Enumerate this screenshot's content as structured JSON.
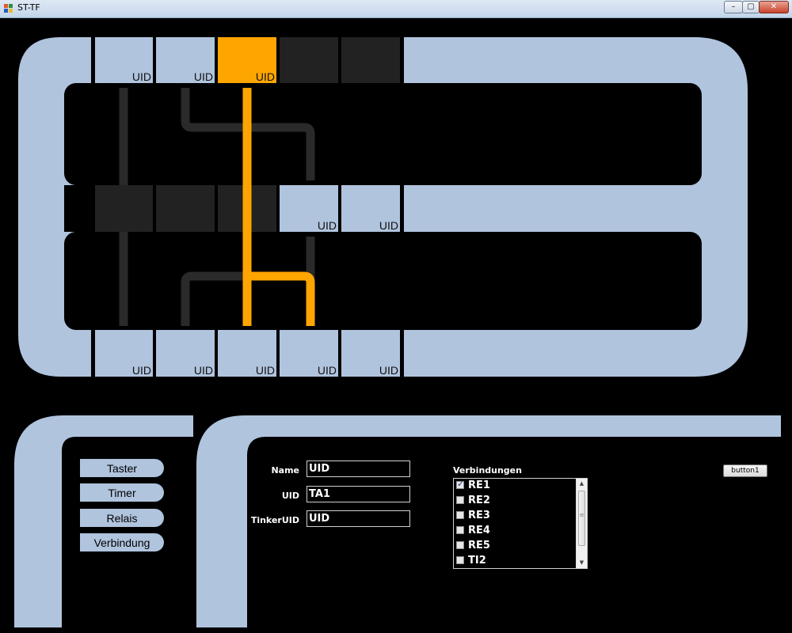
{
  "window": {
    "title": "ST-TF",
    "controls": {
      "minimize_glyph": "–",
      "maximize_glyph": "▢",
      "close_glyph": "✕"
    }
  },
  "colors": {
    "panel": "#b0c4de",
    "active": "#ffa500",
    "inactive_slot": "#222222",
    "background": "#000000",
    "trace_dim": "#2a2a2a"
  },
  "board": {
    "top_slots": [
      {
        "label": "UID",
        "state": "normal"
      },
      {
        "label": "UID",
        "state": "normal"
      },
      {
        "label": "UID",
        "state": "active"
      },
      {
        "label": "",
        "state": "empty"
      },
      {
        "label": "",
        "state": "empty"
      }
    ],
    "middle_slots": [
      {
        "label": "",
        "state": "empty"
      },
      {
        "label": "",
        "state": "empty"
      },
      {
        "label": "",
        "state": "empty"
      },
      {
        "label": "UID",
        "state": "normal"
      },
      {
        "label": "UID",
        "state": "normal"
      }
    ],
    "bottom_slots": [
      {
        "label": "UID",
        "state": "normal"
      },
      {
        "label": "UID",
        "state": "normal"
      },
      {
        "label": "UID",
        "state": "normal"
      },
      {
        "label": "UID",
        "state": "normal"
      },
      {
        "label": "UID",
        "state": "normal"
      }
    ]
  },
  "menu": {
    "items": [
      {
        "label": "Taster"
      },
      {
        "label": "Timer"
      },
      {
        "label": "Relais"
      },
      {
        "label": "Verbindung"
      }
    ]
  },
  "form": {
    "name_label": "Name",
    "name_value": "UID",
    "uid_label": "UID",
    "uid_value": "TA1",
    "tinker_label": "TinkerUID",
    "tinker_value": "UID"
  },
  "connections": {
    "label": "Verbindungen",
    "items": [
      {
        "label": "RE1",
        "checked": true
      },
      {
        "label": "RE2",
        "checked": false
      },
      {
        "label": "RE3",
        "checked": false
      },
      {
        "label": "RE4",
        "checked": false
      },
      {
        "label": "RE5",
        "checked": false
      },
      {
        "label": "TI2",
        "checked": false
      }
    ],
    "scroll_up_glyph": "▲",
    "scroll_down_glyph": "▼",
    "grip_glyph": "≡"
  },
  "button1_label": "button1"
}
